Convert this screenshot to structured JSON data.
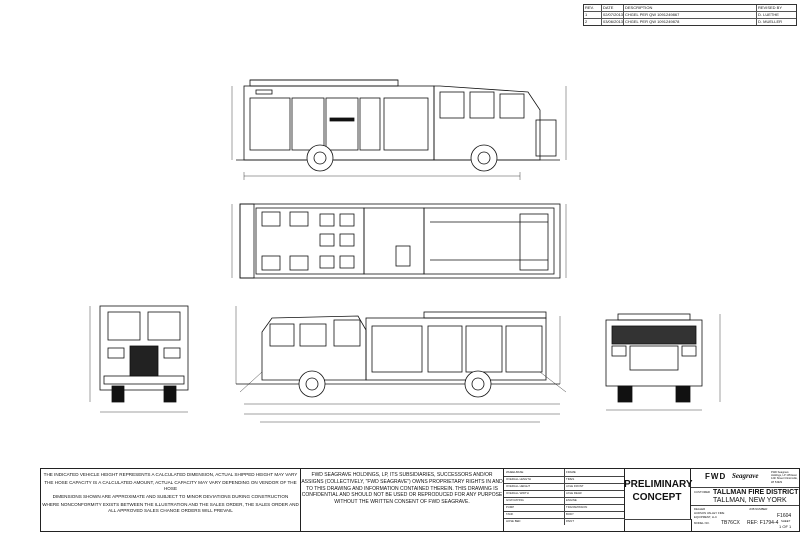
{
  "revisions": {
    "headers": [
      "REV.",
      "DATE",
      "DESCRIPTION",
      "REVISED BY"
    ],
    "rows": [
      [
        "1",
        "02/07/2013",
        "CHGEL PER QW 1091249867",
        "D. LUETHE"
      ],
      [
        "2",
        "03/06/2013",
        "CHGEL PER QW 1091249878",
        "D. MUELLER"
      ]
    ]
  },
  "notes": [
    "THE INDICATED VEHICLE HEIGHT REPRESENTS A CALCULATED DIMENSION, ACTUAL SHIPPED HEIGHT MAY VARY",
    "THE HOSE CAPACITY IS A CALCULATED AMOUNT, ACTUAL CAPACITY MAY VARY DEPENDING ON VENDOR OF THE HOSE",
    "DIMENSIONS SHOWN ARE APPROXIMATE AND SUBJECT TO MINOR DEVIATIONS DURING CONSTRUCTION",
    "WHERE NONCONFORMITY EXISTS BETWEEN THE ILLUSTRATION AND THE SALES ORDER, THE SALES ORDER AND ALL APPROVED SALES CHANGE ORDERS WILL PREVAIL"
  ],
  "proprietary": "FWD SEAGRAVE HOLDINGS, LP, ITS SUBSIDIARIES, SUCCESSORS AND/OR ASSIGNS (COLLECTIVELY, \"FWD SEAGRAVE\") OWNS PROPRIETARY RIGHTS IN AND TO THIS DRAWING AND INFORMATION CONTAINED THEREIN. THIS DRAWING IS CONFIDENTIAL AND SHOULD NOT BE USED OR REPRODUCED FOR ANY PURPOSE WITHOUT THE WRITTEN CONSENT OF FWD SEAGRAVE.",
  "specs": {
    "left": [
      "WHEELBASE",
      "OVERALL LENGTH",
      "OVERALL HEIGHT",
      "OVERALL WIDTH",
      "GVW RATING",
      "PUMP",
      "TANK",
      "HOSE BED"
    ],
    "right": [
      "FRAME",
      "TIRES",
      "AXLE FRONT",
      "AXLE REAR",
      "ENGINE",
      "TRANSMISSION",
      "BODY",
      "PAINT"
    ]
  },
  "prelim": {
    "line1": "PRELIMINARY",
    "line2": "CONCEPT"
  },
  "brand": {
    "name": "FWD",
    "script": "Seagrave",
    "address": "FWD Seagrave Holdings, LP 105 East 12th Street Clintonville, WI 54929"
  },
  "customer": {
    "label": "CUSTOMER",
    "name": "TALLMAN FIRE DISTRICT",
    "location": "TALLMAN, NEW YORK"
  },
  "dealer": {
    "label": "DEALER",
    "value": "HUDSON VALLEY FIRE EQUIPMENT, LLC"
  },
  "job_label": "JOB NUMBER",
  "job_number": "F1604",
  "model_label": "MODEL NO.",
  "model": "TB76CX",
  "ref": "REF: F1794-4",
  "sheet_label": "SHEET",
  "sheet": "1 OF 1"
}
